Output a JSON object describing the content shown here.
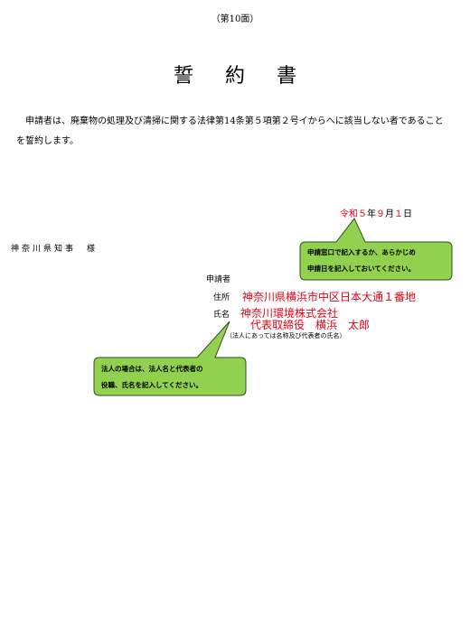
{
  "header": {
    "page_number": "（第10面）"
  },
  "title": "誓 約 書",
  "body": {
    "text": "申請者は、廃棄物の処理及び清掃に関する法律第14条第５項第２号イからへに該当しない者であることを誓約します。"
  },
  "date": {
    "era": "令和",
    "year": "５",
    "year_unit": "年",
    "month": "９",
    "month_unit": "月",
    "day": "１",
    "day_unit": "日"
  },
  "addressee": "神奈川県知事　様",
  "applicant": {
    "label": "申請者",
    "address_label": "住所",
    "address": "神奈川県横浜市中区日本大通１番地",
    "name_label": "氏名",
    "company": "神奈川環境株式会社",
    "representative": "代表取締役　横浜　太郎",
    "name_note": "（法人にあっては名称及び代表者の氏名）"
  },
  "callouts": {
    "date_note": {
      "line1": "申請窓口で記入するか、あらかじめ",
      "line2": "申請日を記入しておいてください。"
    },
    "name_note": {
      "line1": "法人の場合は、法人名と代表者の",
      "line2": "役職、氏名を記入してください。"
    }
  },
  "colors": {
    "fill_text": "#e60012",
    "callout_fill": "#92d050",
    "callout_stroke": "#2f4f1f"
  }
}
